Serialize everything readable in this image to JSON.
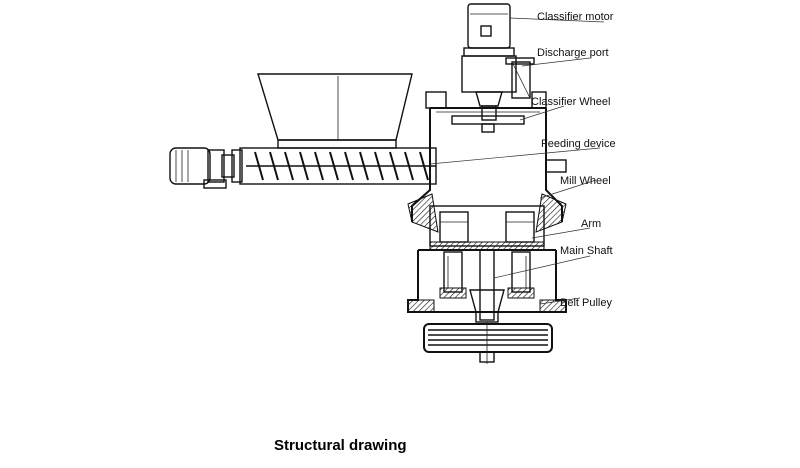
{
  "labels": {
    "classifier_motor": "Classifier motor",
    "discharge_port": "Discharge port",
    "classifier_wheel": "Classifier Wheel",
    "feeding_device": "Feeding device",
    "mill_wheel": "Mill Wheel",
    "arm": "Arm",
    "main_shaft": "Main Shaft",
    "belt_pulley": "Belt Pulley"
  },
  "caption": "Structural drawing"
}
